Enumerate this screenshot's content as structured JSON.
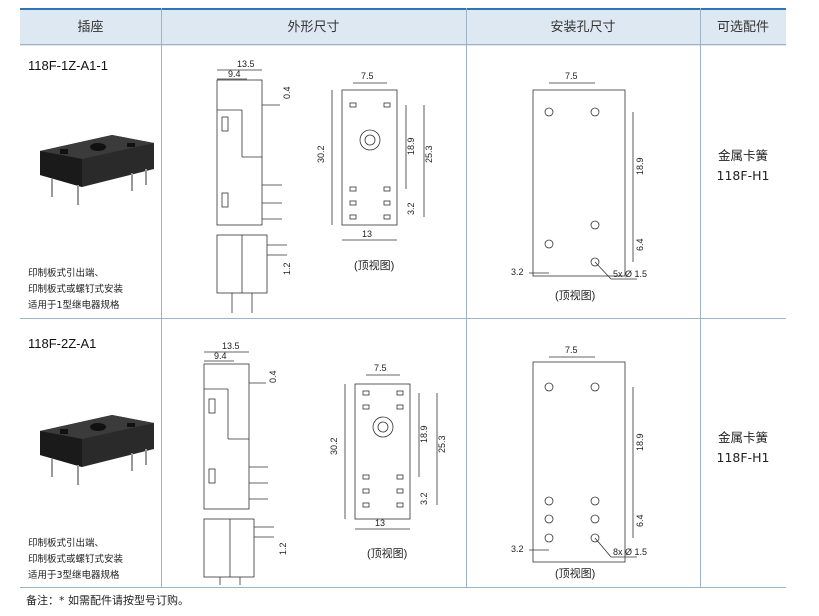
{
  "header": {
    "col1": "插座",
    "col2": "外形尺寸",
    "col3": "安装孔尺寸",
    "col4": "可选配件"
  },
  "rows": [
    {
      "model": "118F-1Z-A1-1",
      "desc": [
        "印制板式引出端、",
        "印制板式或螺钉式安装",
        "适用于1型继电器规格"
      ],
      "dims": {
        "w135": "13.5",
        "w94": "9.4",
        "d04": "0.4",
        "d12": "1.2",
        "t75": "7.5",
        "h302": "30.2",
        "h189": "18.9",
        "h253": "25.3",
        "d32": "3.2",
        "w13": "13"
      },
      "top_view": "(顶视图)",
      "holes": {
        "w75": "7.5",
        "h189": "18.9",
        "h64": "6.4",
        "d32": "3.2",
        "hole_note": "5x Ø 1.5"
      },
      "hole_view": "(顶视图)",
      "accessory": [
        "金属卡簧",
        "118F-H1"
      ]
    },
    {
      "model": "118F-2Z-A1",
      "desc": [
        "印制板式引出端、",
        "印制板式或螺钉式安装",
        "适用于3型继电器规格"
      ],
      "dims": {
        "w135": "13.5",
        "w94": "9.4",
        "d04": "0.4",
        "d12": "1.2",
        "t75": "7.5",
        "h302": "30.2",
        "h189": "18.9",
        "h253": "25.3",
        "d32": "3.2",
        "w13": "13"
      },
      "top_view": "(顶视图)",
      "holes": {
        "w75": "7.5",
        "h189": "18.9",
        "h64": "6.4",
        "d32": "3.2",
        "hole_note": "8x Ø 1.5"
      },
      "hole_view": "(顶视图)",
      "accessory": [
        "金属卡簧",
        "118F-H1"
      ]
    }
  ],
  "footer": "备注：* 如需配件请按型号订购。",
  "colors": {
    "header_bg": "#dde8f2",
    "header_rule": "#2e75b6",
    "grid": "#9db4c8"
  }
}
